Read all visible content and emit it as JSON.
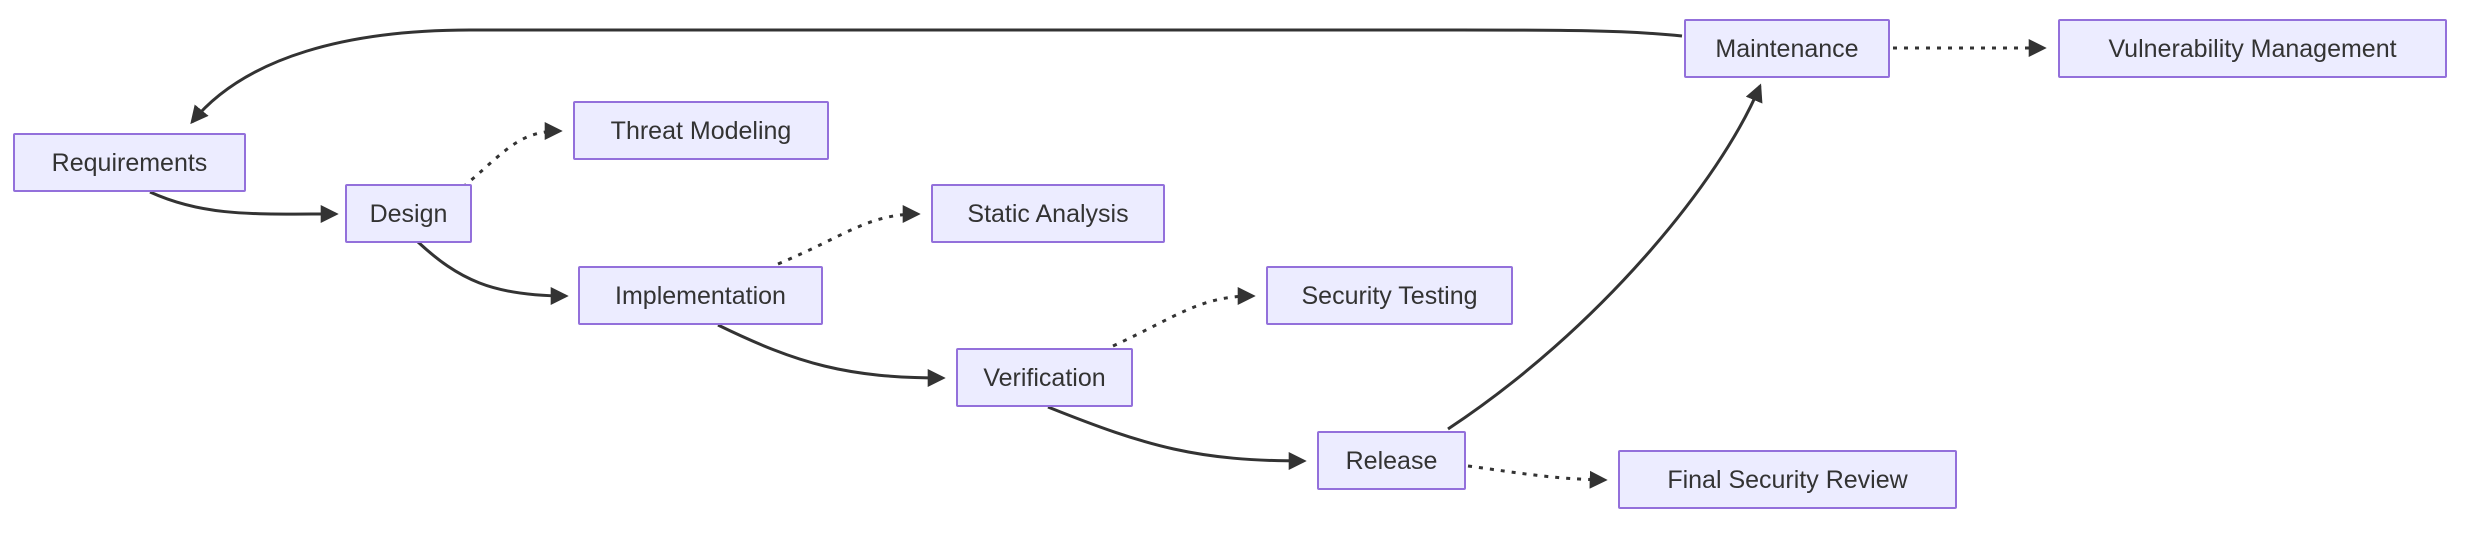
{
  "diagram": {
    "type": "flowchart",
    "direction": "left-to-right",
    "colors": {
      "bg": "#ffffff",
      "node_fill": "#ECECFF",
      "node_border": "#9370DB",
      "text_color": "#333333",
      "edge_color": "#333333"
    },
    "nodes": [
      {
        "id": "requirements",
        "label": "Requirements"
      },
      {
        "id": "design",
        "label": "Design"
      },
      {
        "id": "threat-modeling",
        "label": "Threat Modeling"
      },
      {
        "id": "implementation",
        "label": "Implementation"
      },
      {
        "id": "static-analysis",
        "label": "Static Analysis"
      },
      {
        "id": "verification",
        "label": "Verification"
      },
      {
        "id": "security-testing",
        "label": "Security Testing"
      },
      {
        "id": "release",
        "label": "Release"
      },
      {
        "id": "final-security-review",
        "label": "Final Security Review"
      },
      {
        "id": "maintenance",
        "label": "Maintenance"
      },
      {
        "id": "vulnerability-management",
        "label": "Vulnerability Management"
      }
    ],
    "edges": [
      {
        "from": "Requirements",
        "to": "Design",
        "style": "solid"
      },
      {
        "from": "Design",
        "to": "Threat Modeling",
        "style": "dotted"
      },
      {
        "from": "Design",
        "to": "Implementation",
        "style": "solid"
      },
      {
        "from": "Implementation",
        "to": "Static Analysis",
        "style": "dotted"
      },
      {
        "from": "Implementation",
        "to": "Verification",
        "style": "solid"
      },
      {
        "from": "Verification",
        "to": "Security Testing",
        "style": "dotted"
      },
      {
        "from": "Verification",
        "to": "Release",
        "style": "solid"
      },
      {
        "from": "Release",
        "to": "Final Security Review",
        "style": "dotted"
      },
      {
        "from": "Release",
        "to": "Maintenance",
        "style": "solid"
      },
      {
        "from": "Maintenance",
        "to": "Vulnerability Management",
        "style": "dotted"
      },
      {
        "from": "Maintenance",
        "to": "Requirements",
        "style": "solid"
      }
    ]
  }
}
